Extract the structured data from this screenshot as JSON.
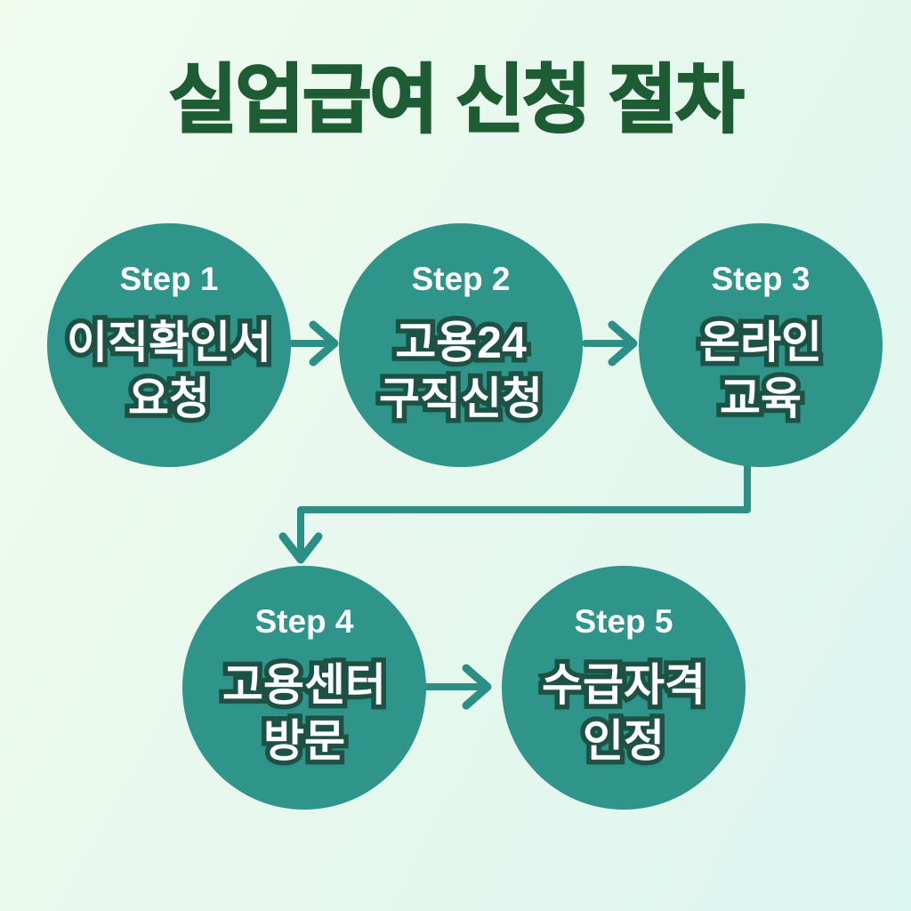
{
  "title": "실업급여 신청 절차",
  "colors": {
    "title": "#1e5c34",
    "circle": "#2f948a",
    "text_outline": "#1d5144",
    "arrow": "#2c8f85",
    "step_label": "#ffffff",
    "bg_start": "#f1fcef",
    "bg_mid": "#e8f8ee",
    "bg_end": "#dcf6f0"
  },
  "steps": [
    {
      "step": "Step 1",
      "line1": "이직확인서",
      "line2": "요청"
    },
    {
      "step": "Step 2",
      "line1": "고용24",
      "line2": "구직신청"
    },
    {
      "step": "Step 3",
      "line1": "온라인",
      "line2": "교육"
    },
    {
      "step": "Step 4",
      "line1": "고용센터",
      "line2": "방문"
    },
    {
      "step": "Step 5",
      "line1": "수급자격",
      "line2": "인정"
    }
  ]
}
